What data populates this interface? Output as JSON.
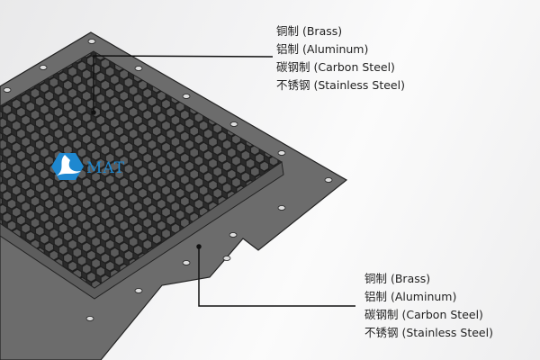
{
  "logo": {
    "text": "MAT",
    "color": "#1e88d0"
  },
  "callouts": [
    {
      "materials": [
        "铜制 (Brass)",
        "铝制 (Aluminum)",
        "碳钢制 (Carbon Steel)",
        "不锈钢 (Stainless Steel)"
      ]
    },
    {
      "materials": [
        "铜制 (Brass)",
        "铝制 (Aluminum)",
        "碳钢制 (Carbon Steel)",
        "不锈钢 (Stainless Steel)"
      ]
    }
  ]
}
